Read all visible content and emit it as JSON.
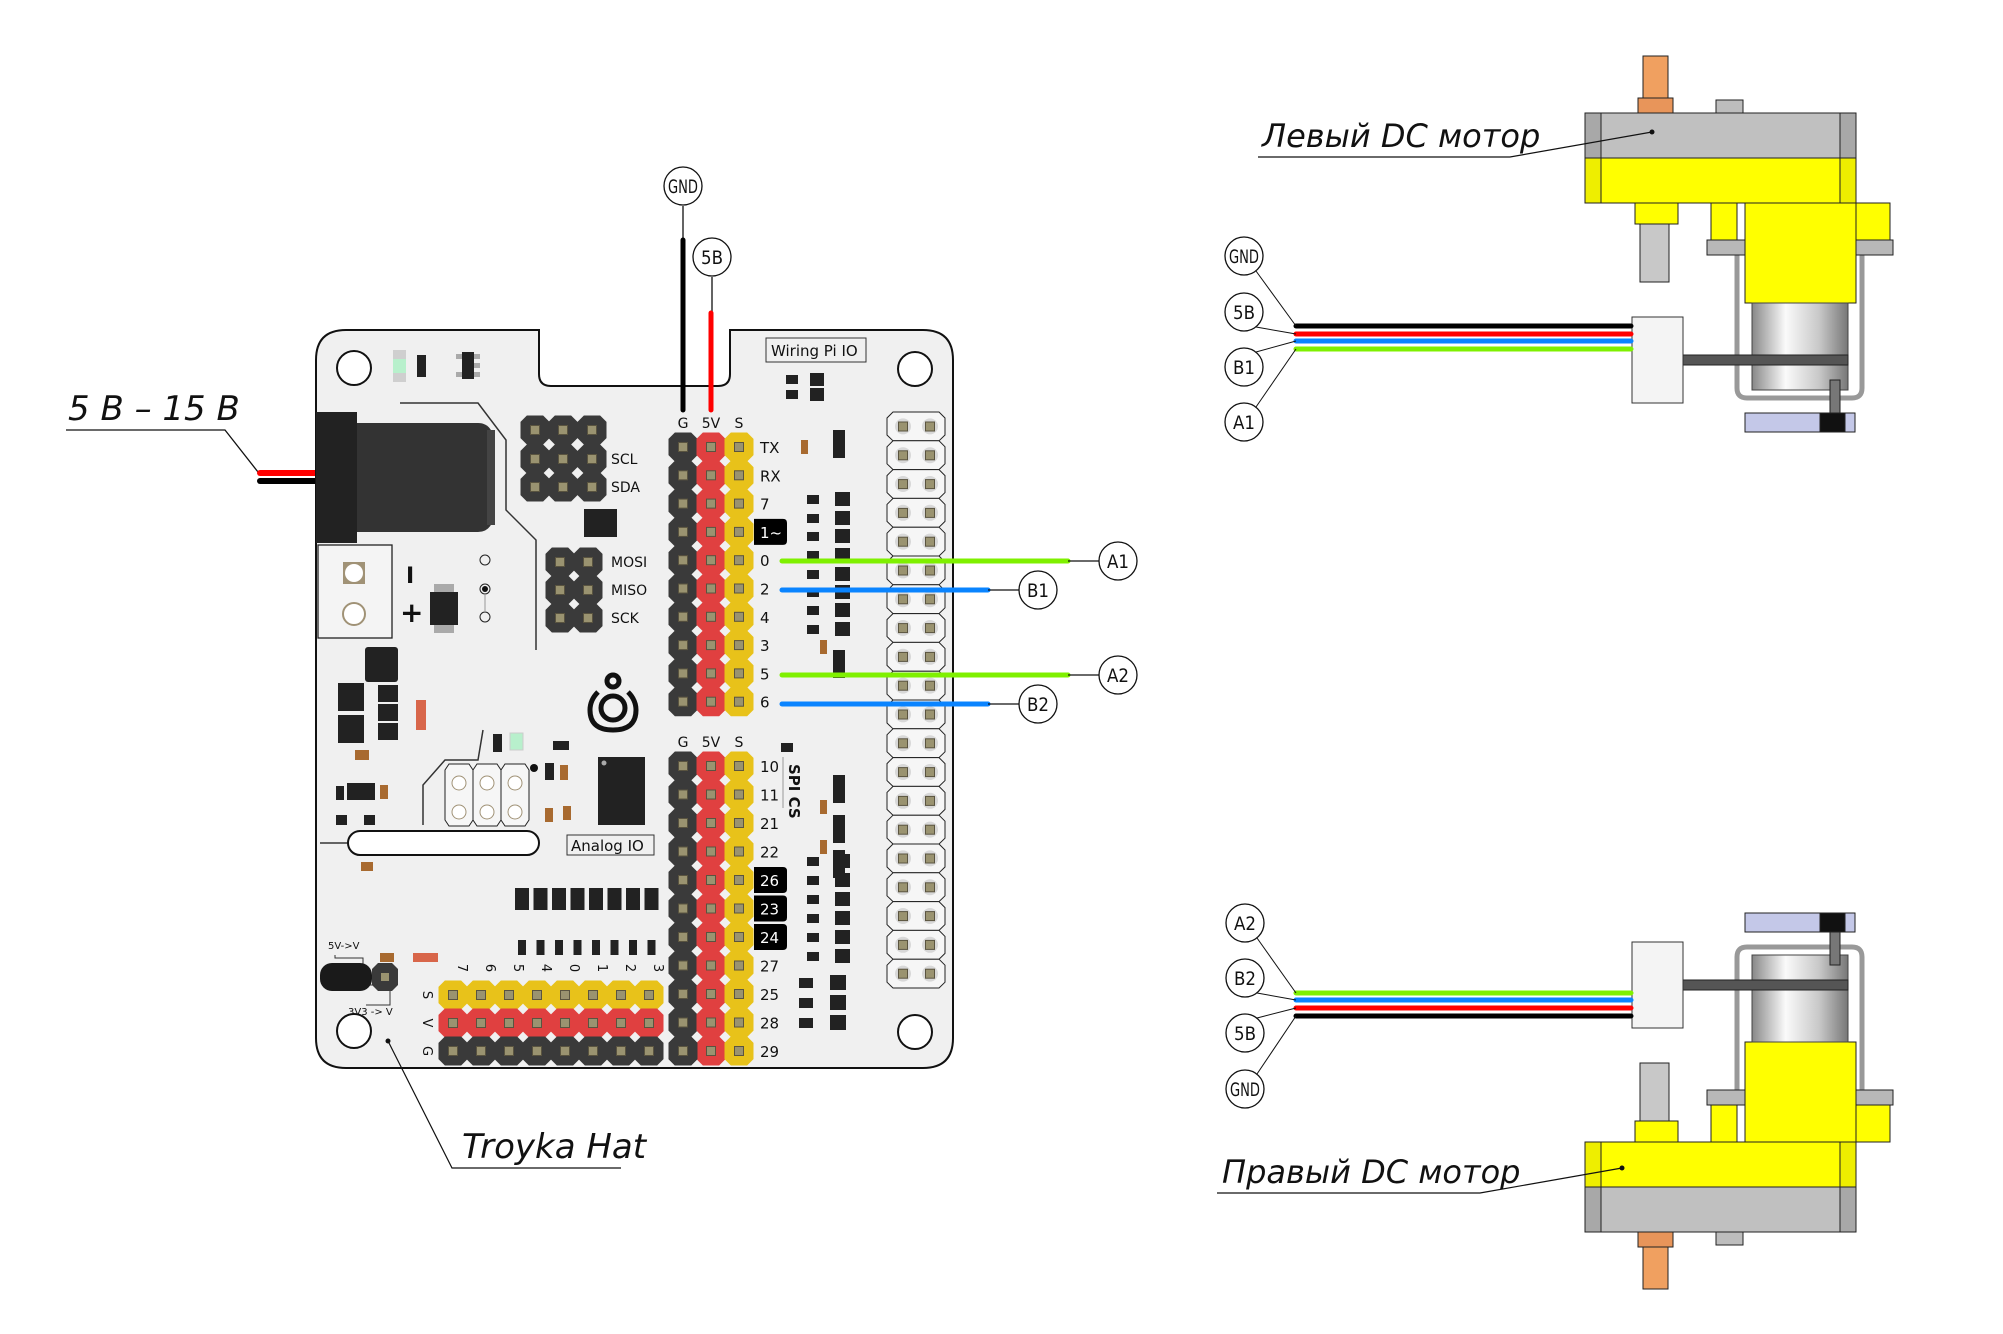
{
  "title_labels": {
    "power_input": "5 В – 15 В",
    "board_name": "Troyka Hat",
    "left_motor": "Левый DC мотор",
    "right_motor": "Правый DC мотор"
  },
  "board": {
    "wiring_pi_label": "Wiring Pi IO",
    "analog_label": "Analog IO",
    "header_top_columns": [
      "G",
      "5V",
      "S"
    ],
    "header_bottom_columns": [
      "G",
      "5V",
      "S"
    ],
    "header_top_rows": [
      {
        "label": "TX",
        "highlight": false
      },
      {
        "label": "RX",
        "highlight": false
      },
      {
        "label": "7",
        "highlight": false
      },
      {
        "label": "1~",
        "highlight": true
      },
      {
        "label": "0",
        "highlight": false
      },
      {
        "label": "2",
        "highlight": false
      },
      {
        "label": "4",
        "highlight": false
      },
      {
        "label": "3",
        "highlight": false
      },
      {
        "label": "5",
        "highlight": false
      },
      {
        "label": "6",
        "highlight": false
      }
    ],
    "header_bottom_rows": [
      {
        "label": "10",
        "highlight": false
      },
      {
        "label": "11",
        "highlight": false
      },
      {
        "label": "21",
        "highlight": false
      },
      {
        "label": "22",
        "highlight": false
      },
      {
        "label": "26",
        "highlight": true
      },
      {
        "label": "23",
        "highlight": true
      },
      {
        "label": "24",
        "highlight": true
      },
      {
        "label": "27",
        "highlight": false
      },
      {
        "label": "25",
        "highlight": false
      },
      {
        "label": "28",
        "highlight": false
      },
      {
        "label": "29",
        "highlight": false
      }
    ],
    "spi_cs_label": "SPI CS",
    "i2c_labels": [
      "SCL",
      "SDA"
    ],
    "spi_labels": [
      "MOSI",
      "MISO",
      "SCK"
    ],
    "analog_columns": [
      "7",
      "6",
      "5",
      "4",
      "0",
      "1",
      "2",
      "3"
    ],
    "analog_rows": [
      "S",
      "V",
      "G"
    ],
    "jumper_labels": {
      "top": "5V->V",
      "bottom": "3V3 -> V"
    },
    "terminal_labels": {
      "minus": "I",
      "plus": "+"
    }
  },
  "colors": {
    "ground": "#3a3a3a",
    "power": "#e04040",
    "signal": "#e8c21a",
    "pad": "#9a9370",
    "board": "#f0f0f0",
    "wire_black": "#000000",
    "wire_red": "#ff0000",
    "wire_blue": "#0a84ff",
    "wire_green": "#7ff000",
    "motor_yellow": "#ffff00",
    "motor_gray": "#c0c0c0",
    "shaft_copper": "#f0a060"
  },
  "connections": {
    "board_power": [
      {
        "tag": "GND",
        "wire": "black"
      },
      {
        "tag": "5В",
        "wire": "red"
      }
    ],
    "board_signals": [
      {
        "tag": "A1",
        "pin": "0",
        "wire": "green"
      },
      {
        "tag": "B1",
        "pin": "2",
        "wire": "blue"
      },
      {
        "tag": "A2",
        "pin": "5",
        "wire": "green"
      },
      {
        "tag": "B2",
        "pin": "6",
        "wire": "blue"
      }
    ],
    "left_motor_wires": [
      {
        "tag": "GND",
        "wire": "black"
      },
      {
        "tag": "5В",
        "wire": "red"
      },
      {
        "tag": "B1",
        "wire": "blue"
      },
      {
        "tag": "A1",
        "wire": "green"
      }
    ],
    "right_motor_wires": [
      {
        "tag": "A2",
        "wire": "green"
      },
      {
        "tag": "B2",
        "wire": "blue"
      },
      {
        "tag": "5В",
        "wire": "red"
      },
      {
        "tag": "GND",
        "wire": "black"
      }
    ]
  }
}
